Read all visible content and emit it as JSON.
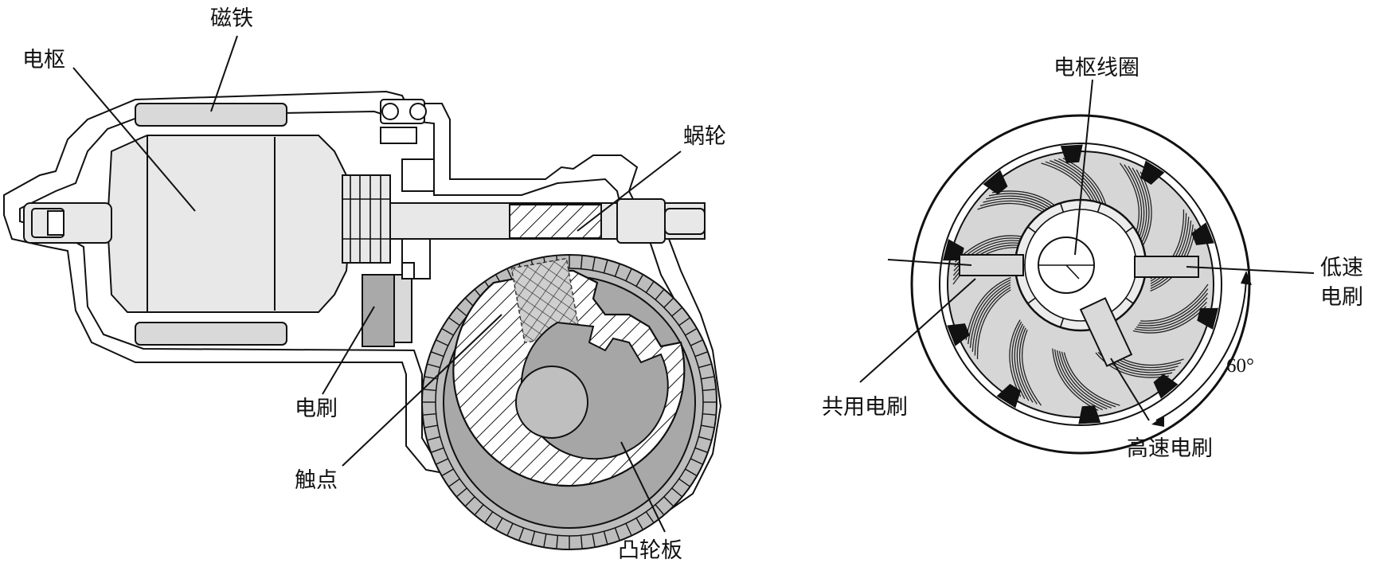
{
  "left_diagram": {
    "labels": {
      "magnet": "磁铁",
      "armature": "电枢",
      "worm_gear": "蜗轮",
      "brush": "电刷",
      "contact": "触点",
      "cam_plate": "凸轮板"
    }
  },
  "right_diagram": {
    "labels": {
      "armature_coil": "电枢线圈",
      "low_speed_brush_line1": "低速",
      "low_speed_brush_line2": "电刷",
      "common_brush": "共用电刷",
      "high_speed_brush": "高速电刷",
      "angle": "60°"
    }
  }
}
